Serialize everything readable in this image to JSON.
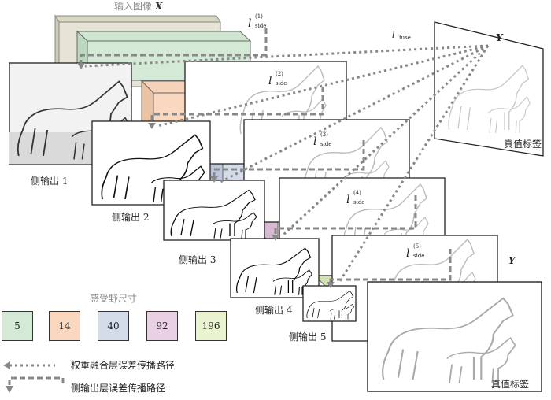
{
  "input_title": "输入图像",
  "input_symbol": "X",
  "gt_symbol": "Y",
  "gt_label": "真值标签",
  "losses": {
    "side1": {
      "sup": "(1)",
      "sub": "side"
    },
    "side2": {
      "sup": "(2)",
      "sub": "side"
    },
    "side3": {
      "sup": "(3)",
      "sub": "side"
    },
    "side4": {
      "sup": "(4)",
      "sub": "side"
    },
    "side5": {
      "sup": "(5)",
      "sub": "side"
    },
    "fuse": {
      "sub": "fuse"
    }
  },
  "side_outputs": [
    "侧输出 1",
    "侧输出 2",
    "侧输出 3",
    "侧输出 4",
    "侧输出 5"
  ],
  "receptive_field": {
    "title": "感受野尺寸",
    "sizes": [
      {
        "value": "5",
        "color": "#d5ead6"
      },
      {
        "value": "14",
        "color": "#f9d8bf"
      },
      {
        "value": "40",
        "color": "#d4dcea"
      },
      {
        "value": "92",
        "color": "#ead0e4"
      },
      {
        "value": "196",
        "color": "#e9f3cf"
      }
    ]
  },
  "legend": {
    "fuse_path": "权重融合层误差传播路径",
    "side_path": "侧输出层误差传播路径"
  }
}
